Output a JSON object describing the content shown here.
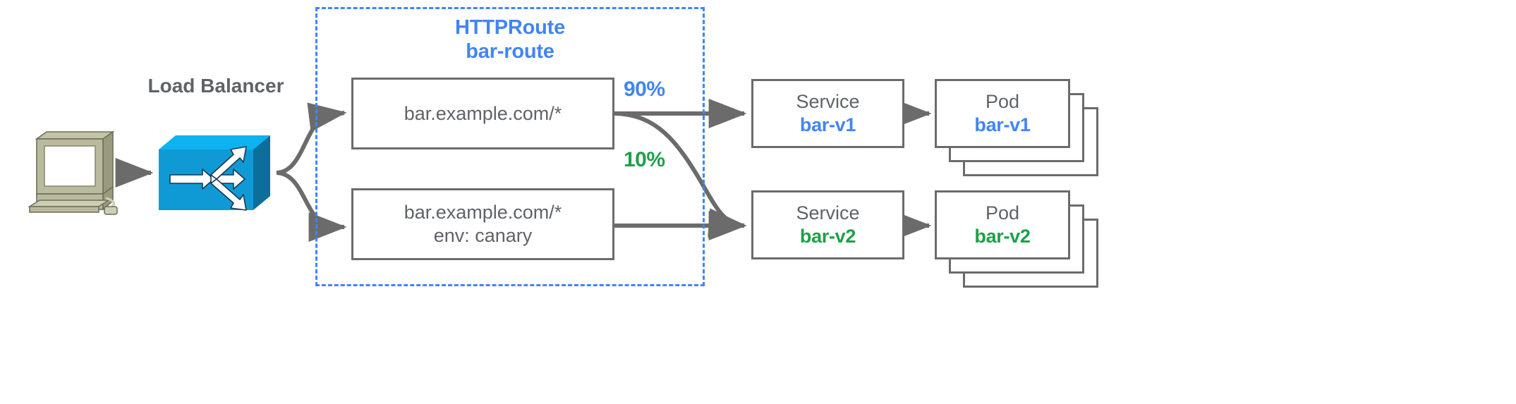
{
  "diagram": {
    "title_region": {
      "kind": "HTTPRoute",
      "name": "bar-route",
      "border_color": "#4285f4"
    },
    "client": {
      "computer_icon": "desktop-computer-icon"
    },
    "load_balancer": {
      "label": "Load Balancer",
      "icon": "network-switch-icon",
      "icon_color": "#0f9ad6"
    },
    "routes": [
      {
        "id": "primary",
        "lines": [
          "bar.example.com/*"
        ]
      },
      {
        "id": "canary",
        "lines": [
          "bar.example.com/*",
          "env: canary"
        ]
      }
    ],
    "weights": [
      {
        "label": "90%",
        "color": "#4285f4",
        "target": "bar-v1"
      },
      {
        "label": "10%",
        "color": "#1ea04a",
        "target": "bar-v2"
      }
    ],
    "backends": [
      {
        "service": {
          "kind": "Service",
          "name": "bar-v1",
          "color": "#4285f4"
        },
        "pod": {
          "kind": "Pod",
          "name": "bar-v1",
          "color": "#4285f4",
          "replicas": 3
        }
      },
      {
        "service": {
          "kind": "Service",
          "name": "bar-v2",
          "color": "#1ea04a"
        },
        "pod": {
          "kind": "Pod",
          "name": "bar-v2",
          "color": "#1ea04a",
          "replicas": 3
        }
      }
    ],
    "colors": {
      "blue": "#4285f4",
      "green": "#1ea04a",
      "gray": "#5f6368",
      "box_border": "#6b6b6b",
      "arrow": "#6b6b6b"
    }
  }
}
